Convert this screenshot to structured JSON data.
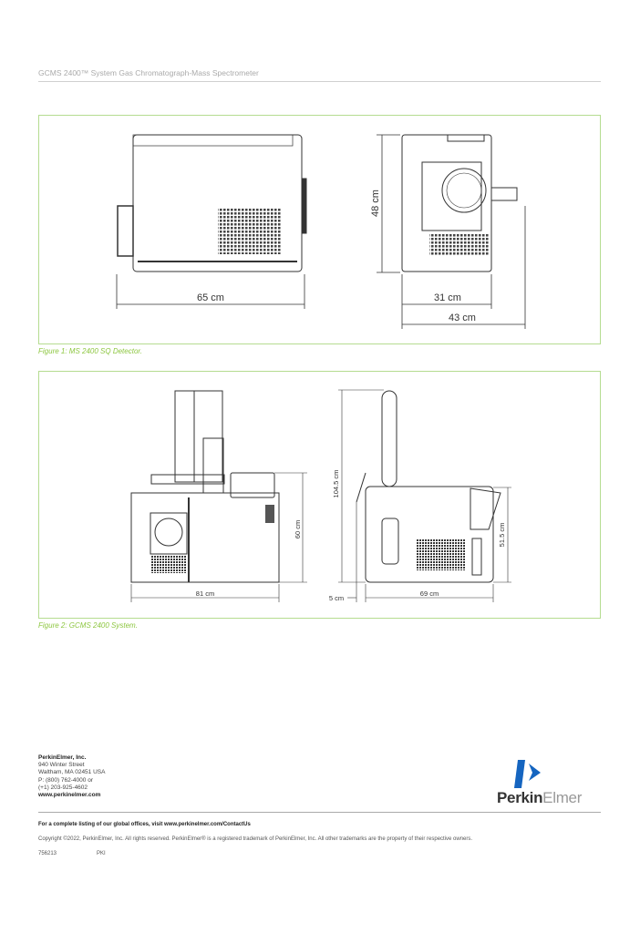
{
  "header": {
    "title": "GCMS 2400™ System Gas Chromatograph-Mass Spectrometer"
  },
  "figure1": {
    "caption": "Figure 1: MS 2400 SQ Detector.",
    "dims": {
      "width_side": "65 cm",
      "height": "48 cm",
      "depth_body": "31 cm",
      "depth_total": "43 cm"
    }
  },
  "figure2": {
    "caption": "Figure 2: GCMS 2400 System.",
    "dims": {
      "width_front": "81 cm",
      "height_body": "60 cm",
      "height_total": "104.5 cm",
      "offset": "5 cm",
      "depth": "69 cm",
      "height_side": "51.5 cm"
    }
  },
  "footer": {
    "company": "PerkinElmer, Inc.",
    "address_lines": [
      "940 Winter Street",
      "Waltham, MA 02451 USA",
      "P: (800) 762-4000 or",
      "(+1) 203-925-4602"
    ],
    "website": "www.perkinelmer.com",
    "offices_note": "For a complete listing of our global offices, visit www.perkinelmer.com/ContactUs",
    "copyright": "Copyright ©2022, PerkinElmer, Inc. All rights reserved. PerkinElmer® is a registered trademark of PerkinElmer, Inc. All other trademarks are the property of their respective owners.",
    "doc_code": "756213",
    "pki": "PKI",
    "logo": {
      "part1": "Perkin",
      "part2": "Elmer",
      "color": "#1565c0"
    }
  }
}
